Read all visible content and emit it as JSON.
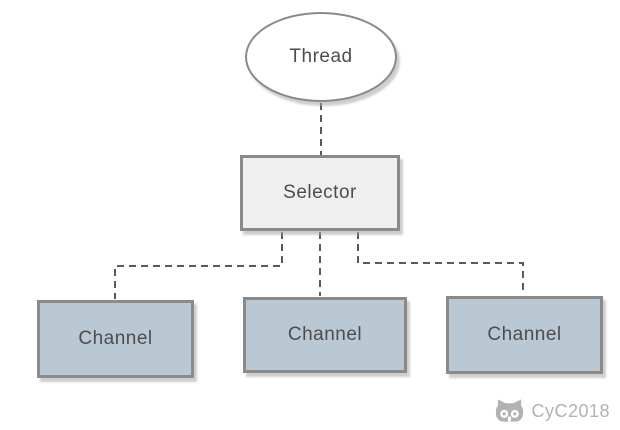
{
  "diagram": {
    "type": "flow-diagram",
    "nodes": {
      "thread": {
        "label": "Thread",
        "shape": "ellipse",
        "fill": "#ffffff"
      },
      "selector": {
        "label": "Selector",
        "shape": "rectangle",
        "fill": "#efefef"
      },
      "channel1": {
        "label": "Channel",
        "shape": "rectangle",
        "fill": "#bac8d3"
      },
      "channel2": {
        "label": "Channel",
        "shape": "rectangle",
        "fill": "#bac8d3"
      },
      "channel3": {
        "label": "Channel",
        "shape": "rectangle",
        "fill": "#bac8d3"
      }
    },
    "edges": [
      {
        "from": "Thread",
        "to": "Selector",
        "style": "dashed"
      },
      {
        "from": "Selector",
        "to": "Channel-left",
        "style": "dashed"
      },
      {
        "from": "Selector",
        "to": "Channel-middle",
        "style": "dashed"
      },
      {
        "from": "Selector",
        "to": "Channel-right",
        "style": "dashed"
      }
    ],
    "colors": {
      "background": "#ffffff",
      "node_border": "#8a8a8a",
      "edge_line": "#5a5a5a",
      "node_text": "#4d4d4d",
      "selector_fill": "#efefef",
      "channel_fill": "#bac8d3",
      "thread_fill": "#ffffff",
      "shadow": "#c9c9c9",
      "watermark": "#b2b2b2"
    }
  },
  "watermark": {
    "label": "CyC2018",
    "icon": "octocat-icon"
  }
}
